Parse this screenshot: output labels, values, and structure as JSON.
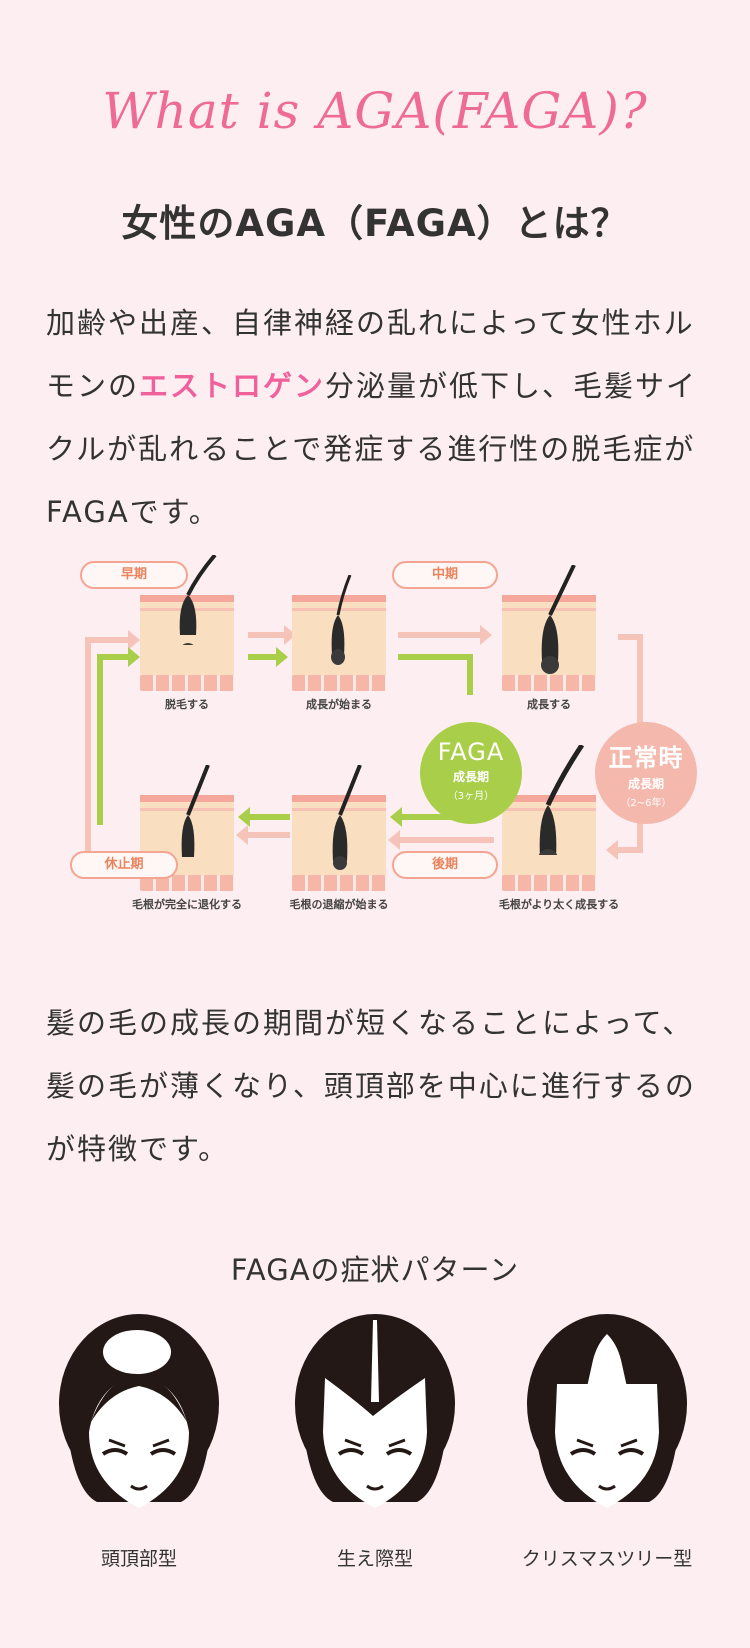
{
  "header": {
    "script_title": "What is AGA(FAGA)?",
    "main_title": "女性のAGA（FAGA）とは？"
  },
  "intro": {
    "part1": "加齢や出産、自律神経の乱れによって女性ホルモンの",
    "highlight": "エストロゲン",
    "part2": "分泌量が低下し、毛髪サイクルが乱れることで発症する進行性の脱毛症がFAGAです。"
  },
  "diagram": {
    "pills": {
      "early": "早期",
      "middle": "中期",
      "rest": "休止期",
      "late": "後期"
    },
    "stages": {
      "top_left": "脱毛する",
      "top_center": "成長が始まる",
      "top_right": "成長する",
      "bottom_left": "毛根が完全に退化する",
      "bottom_center": "毛根の退縮が始まる",
      "bottom_right": "毛根がより太く成長する"
    },
    "faga_circle": {
      "title": "FAGA",
      "sub": "成長期",
      "period": "（3ヶ月）"
    },
    "normal_circle": {
      "title": "正常時",
      "sub": "成長期",
      "period": "（2~6年）"
    },
    "colors": {
      "faga": "#a9cf4a",
      "normal": "#f5b8ad",
      "accent": "#ee6b96"
    }
  },
  "explanation": "髪の毛の成長の期間が短くなることによって、髪の毛が薄くなり、頭頂部を中心に進行するのが特徴です。",
  "patterns": {
    "title": "FAGAの症状パターン",
    "items": [
      {
        "label": "頭頂部型",
        "icon": "crown-thinning-face-icon"
      },
      {
        "label": "生え際型",
        "icon": "hairline-thinning-face-icon"
      },
      {
        "label": "クリスマスツリー型",
        "icon": "christmas-tree-thinning-face-icon"
      }
    ]
  }
}
